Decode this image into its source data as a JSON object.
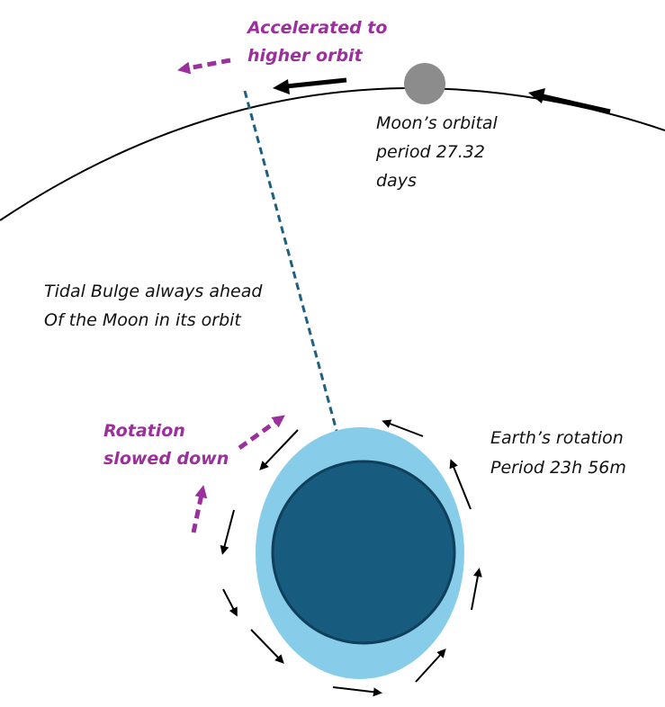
{
  "labels": {
    "accelerated": [
      "Accelerated to",
      "higher orbit"
    ],
    "moon_period": [
      "Moon’s orbital",
      "period 27.32",
      "days"
    ],
    "tidal_bulge": [
      "Tidal Bulge always ahead",
      "Of the Moon in its orbit"
    ],
    "rotation_slowed": [
      "Rotation",
      "slowed down"
    ],
    "earth_rotation": [
      "Earth’s rotation",
      "Period 23h 56m"
    ]
  },
  "colors": {
    "accent": "#9b2f9b",
    "earth_core": "#175c7e",
    "earth_core_stroke": "#0f3f5a",
    "tidal_bulge": "#87cdea",
    "moon": "#8c8c8c",
    "tidal_line": "#1f5f7f",
    "ink": "#000000"
  }
}
